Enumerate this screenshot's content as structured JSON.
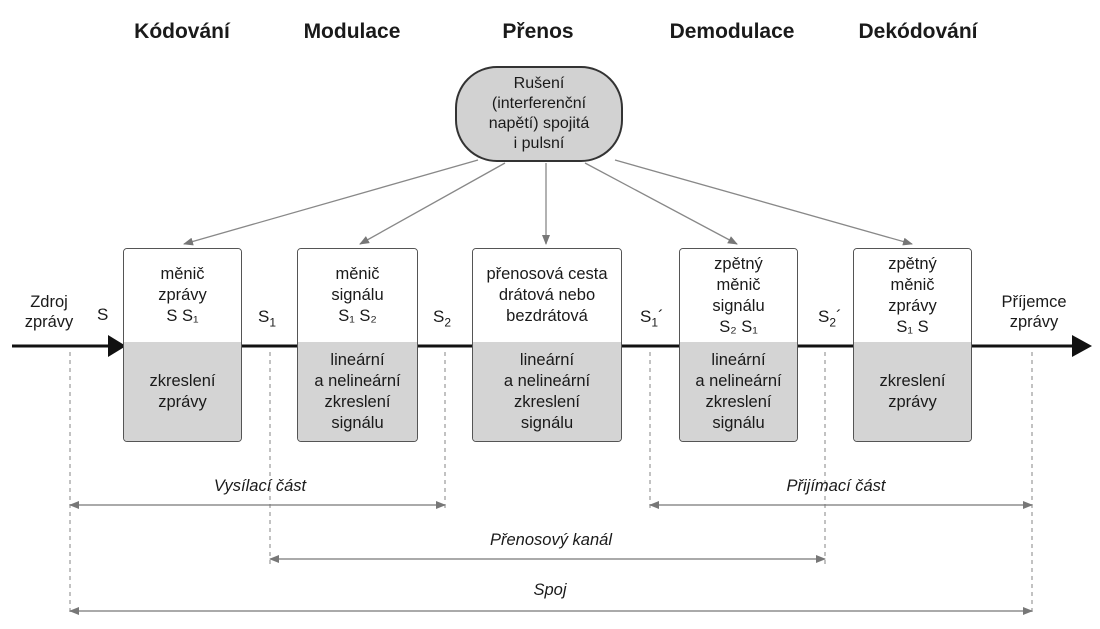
{
  "stages": [
    "Kódování",
    "Modulace",
    "Přenos",
    "Demodulace",
    "Dekódování"
  ],
  "noise": "Rušení\n(interferenční\nnapětí) spojitá\ni pulsní",
  "blocks": [
    {
      "top": "měnič\nzprávy\nS S₁",
      "bottom": "zkreslení\nzprávy"
    },
    {
      "top": "měnič\nsignálu\nS₁ S₂",
      "bottom": "lineární\na nelineární\nzkreslení\nsignálu"
    },
    {
      "top": "přenosová cesta\ndrátová nebo\nbezdrátová",
      "bottom": "lineární\na nelineární\nzkreslení\nsignálu"
    },
    {
      "top": "zpětný\nměnič\nsignálu\nS₂ S₁",
      "bottom": "lineární\na nelineární\nzkreslení\nsignálu"
    },
    {
      "top": "zpětný\nměnič\nzprávy\nS₁ S",
      "bottom": "zkreslení\nzprávy"
    }
  ],
  "source": "Zdroj\nzprávy",
  "receiver": "Příjemce\nzprávy",
  "signals": {
    "s": {
      "base": "S",
      "sub": ""
    },
    "s1": {
      "base": "S",
      "sub": "1"
    },
    "s2": {
      "base": "S",
      "sub": "2"
    },
    "s1p": {
      "base": "S",
      "sub": "1",
      "prime": "´"
    },
    "s2p": {
      "base": "S",
      "sub": "2",
      "prime": "´"
    }
  },
  "spans": {
    "send": "Vysílací část",
    "receive": "Přijímací část",
    "channel": "Přenosový kanál",
    "link": "Spoj"
  }
}
